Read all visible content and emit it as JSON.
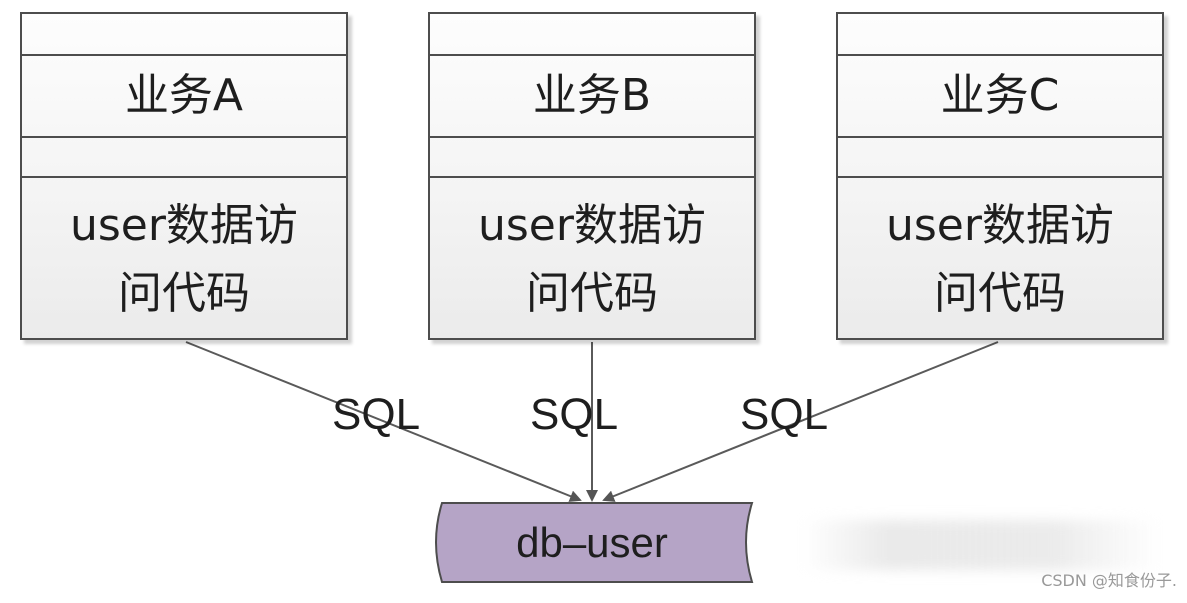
{
  "services": [
    {
      "title": "业务A",
      "body_line1": "user数据访",
      "body_line2": "问代码"
    },
    {
      "title": "业务B",
      "body_line1": "user数据访",
      "body_line2": "问代码"
    },
    {
      "title": "业务C",
      "body_line1": "user数据访",
      "body_line2": "问代码"
    }
  ],
  "connectors": [
    {
      "label": "SQL"
    },
    {
      "label": "SQL"
    },
    {
      "label": "SQL"
    }
  ],
  "database": {
    "label": "db–user",
    "color": "#b5a4c6"
  },
  "watermark": "CSDN @知食份子."
}
